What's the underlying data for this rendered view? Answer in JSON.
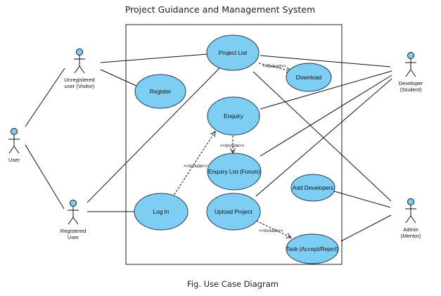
{
  "title": "Project Guidance and Management System",
  "caption": "Fig. Use Case Diagram",
  "colors": {
    "usecase_fill": "#7ECEF4",
    "usecase_stroke": "#1F3B57",
    "actor_head": "#7ECEF4",
    "line": "#111111"
  },
  "actors": {
    "user": "User",
    "unregistered_line1": "Unregistered",
    "unregistered_line2": "user (Visitor)",
    "registered_line1": "Registered",
    "registered_line2": "User",
    "developer_line1": "Developer",
    "developer_line2": "(Student)",
    "admin_line1": "Admin",
    "admin_line2": "(Mentor)"
  },
  "use_cases": {
    "project_list": "Project List",
    "register": "Register",
    "download": "Download",
    "enquiry": "Enquiry",
    "enquiry_list": "Enquiry List (Forum)",
    "add_developers": "Add Developers",
    "log_in": "Log In",
    "upload_project": "Upload Project",
    "task": "Task (Accept/Reject)"
  },
  "relations": {
    "extend": "<<Extend>>",
    "include_enquiry": "<<Include>>",
    "include_login": "<<Include>>",
    "include_upload": "<<Include>>"
  }
}
